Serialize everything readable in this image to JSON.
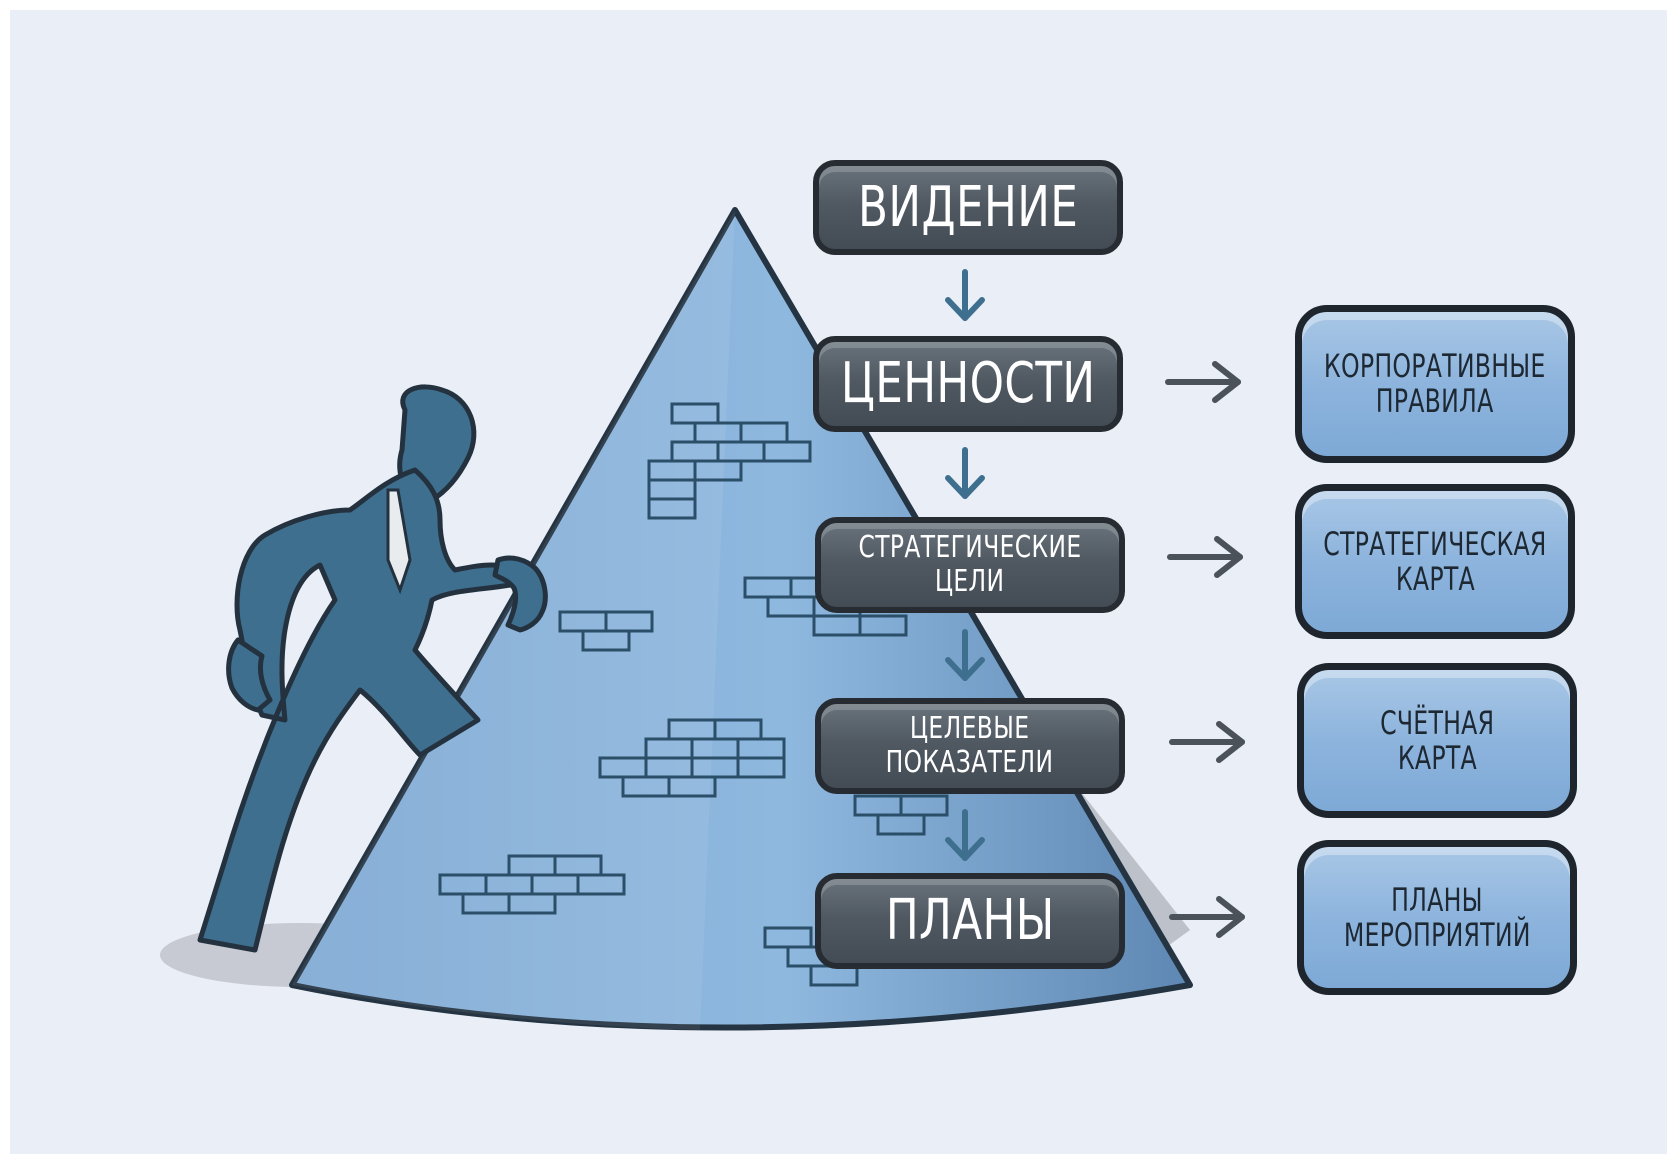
{
  "colors": {
    "background": "#eaeef6",
    "pyramid": "#8cb5dc",
    "figure": "#3f6f8f",
    "dark_box": "#4f5861",
    "light_box": "#8db4dd",
    "arrow": "#4b5259",
    "down_arrow": "#3f6f8f"
  },
  "icons": {
    "figure": "man-climbing-icon",
    "bricks": "brick-wall-icon",
    "arrow_down": "arrow-down-icon",
    "arrow_right": "arrow-right-icon"
  },
  "hierarchy": [
    {
      "lines": [
        "ВИДЕНИЕ"
      ]
    },
    {
      "lines": [
        "ЦЕННОСТИ"
      ]
    },
    {
      "lines": [
        "СТРАТЕГИЧЕСКИЕ",
        "ЦЕЛИ"
      ]
    },
    {
      "lines": [
        "ЦЕЛЕВЫЕ",
        "ПОКАЗАТЕЛИ"
      ]
    },
    {
      "lines": [
        "ПЛАНЫ"
      ]
    }
  ],
  "tools": [
    {
      "lines": [
        "КОРПОРАТИВНЫЕ",
        "ПРАВИЛА"
      ]
    },
    {
      "lines": [
        "СТРАТЕГИЧЕСКАЯ",
        "КАРТА"
      ]
    },
    {
      "lines": [
        "СЧЁТНАЯ",
        "КАРТА"
      ]
    },
    {
      "lines": [
        "ПЛАНЫ",
        "МЕРОПРИЯТИЙ"
      ]
    }
  ]
}
